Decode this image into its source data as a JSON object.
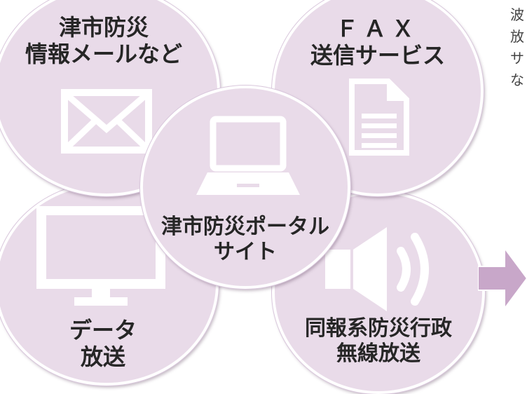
{
  "circles": {
    "mail": {
      "line1": "津市防災",
      "line2": "情報メールなど"
    },
    "fax": {
      "line1": "ＦＡＸ",
      "line2": "送信サービス"
    },
    "data": {
      "line1": "データ",
      "line2": "放送"
    },
    "radio": {
      "line1": "同報系防災行政",
      "line2": "無線放送"
    },
    "portal": {
      "line1": "津市防災ポータル",
      "line2": "サイト"
    }
  },
  "side_text": [
    "波",
    "放",
    "サ",
    "な"
  ],
  "colors": {
    "circle_fill": "#e9dbe9",
    "icon": "#ffffff",
    "text": "#262626",
    "arrow": "#c8a7c9"
  }
}
